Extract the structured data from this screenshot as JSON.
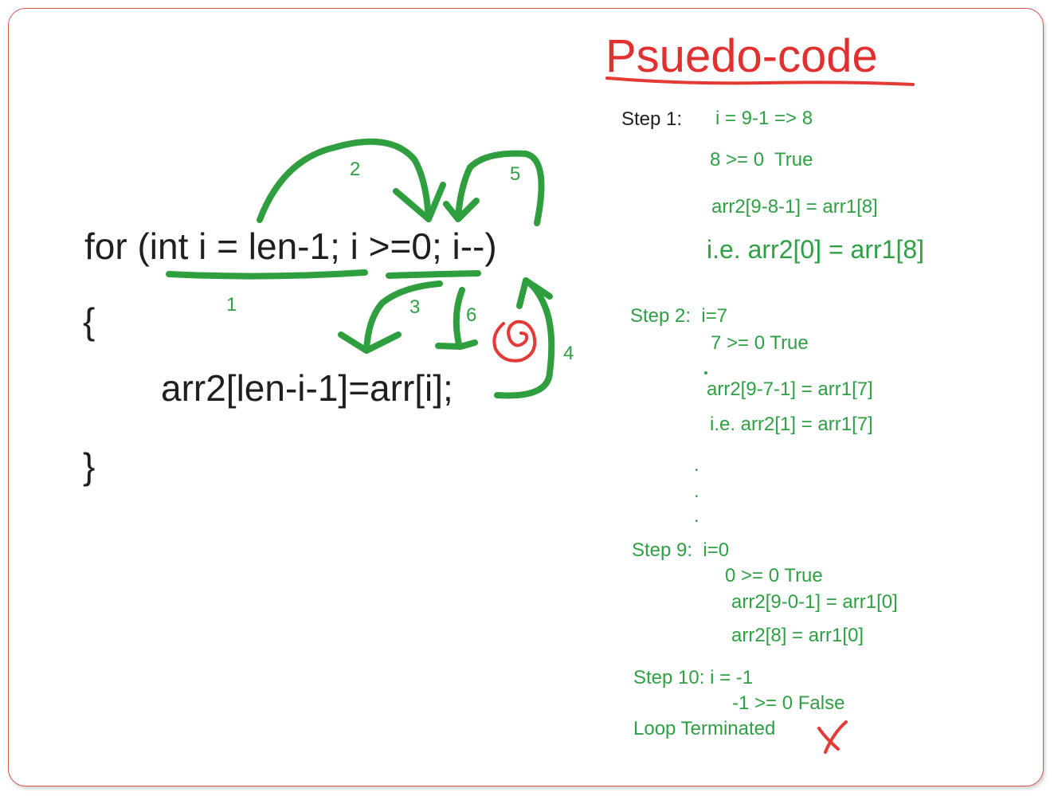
{
  "title": "Psuedo-code",
  "code": {
    "for_line": "for (int i = len-1; i >=0; i--)",
    "open_brace": "{",
    "body_line": "arr2[len-i-1]=arr[i];",
    "close_brace": "}"
  },
  "arrow_numbers": [
    "1",
    "2",
    "3",
    "4",
    "5",
    "6"
  ],
  "steps": {
    "step1": {
      "label": "Step 1:",
      "assign": "i = 9-1 => 8",
      "check": "8 >= 0  True",
      "assignment": "arr2[9-8-1] = arr1[8]",
      "result": "i.e. arr2[0] = arr1[8]"
    },
    "step2": {
      "label": "Step 2:  i=7",
      "check": "7 >= 0 True",
      "assignment": "arr2[9-7-1] = arr1[7]",
      "result": "i.e. arr2[1] = arr1[7]"
    },
    "ellipsis": ".",
    "step9": {
      "label": "Step 9:  i=0",
      "check": "0 >= 0 True",
      "assignment": "arr2[9-0-1] = arr1[0]",
      "result": "arr2[8] = arr1[0]"
    },
    "step10": {
      "label": "Step 10: i = -1",
      "check": "-1 >= 0 False",
      "terminated": "Loop Terminated"
    }
  },
  "colors": {
    "code": "#1f1f1f",
    "annotation_green": "#2ea043",
    "title_red": "#e03030",
    "frame_border": "#d9534f"
  },
  "icons": [
    "red-spiral-mark",
    "red-cross-mark"
  ]
}
